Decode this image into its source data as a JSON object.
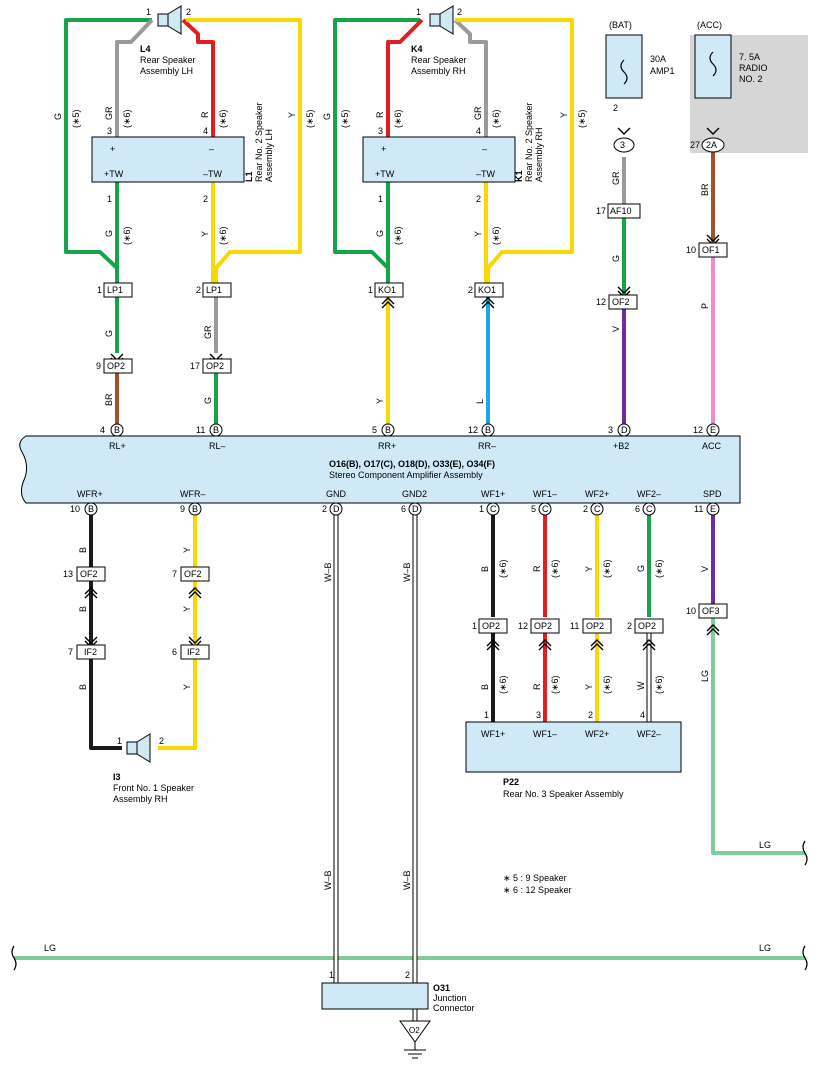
{
  "components": {
    "L4": {
      "code": "L4",
      "name1": "Rear Speaker",
      "name2": "Assembly LH"
    },
    "K4": {
      "code": "K4",
      "name1": "Rear Speaker",
      "name2": "Assembly RH"
    },
    "L1": {
      "code": "L1",
      "name1": "Rear No. 2 Speaker",
      "name2": "Assembly LH"
    },
    "K1": {
      "code": "K1",
      "name1": "Rear No. 2 Speaker",
      "name2": "Assembly RH"
    },
    "I3": {
      "code": "I3",
      "name1": "Front No. 1 Speaker",
      "name2": "Assembly RH"
    },
    "P22": {
      "code": "P22",
      "name": "Rear No. 3 Speaker Assembly"
    },
    "O31": {
      "code": "O31",
      "name1": "Junction",
      "name2": "Connector"
    },
    "amp": {
      "codes": "O16(B), O17(C), O18(D), O33(E), O34(F)",
      "name": "Stereo Component Amplifier Assembly"
    }
  },
  "fuses": {
    "bat": {
      "source": "(BAT)",
      "rating": "30A",
      "name": "AMP1",
      "pin": "2"
    },
    "acc": {
      "source": "(ACC)",
      "rating": "7. 5A",
      "name1": "RADIO",
      "name2": "NO. 2"
    }
  },
  "connectors": {
    "LP1": "LP1",
    "KO1": "KO1",
    "OP2": "OP2",
    "OF2": "OF2",
    "IF2": "IF2",
    "AF10": "AF10",
    "OF1": "OF1",
    "OF3": "OF3",
    "2A": "2A",
    "c3": "3"
  },
  "amp_pins_top": [
    {
      "pin": "4",
      "conn": "B",
      "label": "RL+"
    },
    {
      "pin": "11",
      "conn": "B",
      "label": "RL–"
    },
    {
      "pin": "5",
      "conn": "B",
      "label": "RR+"
    },
    {
      "pin": "12",
      "conn": "B",
      "label": "RR–"
    },
    {
      "pin": "3",
      "conn": "D",
      "label": "+B2"
    },
    {
      "pin": "12",
      "conn": "E",
      "label": "ACC"
    }
  ],
  "amp_pins_bottom": [
    {
      "pin": "10",
      "conn": "B",
      "label": "WFR+"
    },
    {
      "pin": "9",
      "conn": "B",
      "label": "WFR–"
    },
    {
      "pin": "2",
      "conn": "D",
      "label": "GND"
    },
    {
      "pin": "6",
      "conn": "D",
      "label": "GND2"
    },
    {
      "pin": "1",
      "conn": "C",
      "label": "WF1+"
    },
    {
      "pin": "5",
      "conn": "C",
      "label": "WF1–"
    },
    {
      "pin": "2",
      "conn": "C",
      "label": "WF2+"
    },
    {
      "pin": "6",
      "conn": "C",
      "label": "WF2–"
    },
    {
      "pin": "11",
      "conn": "E",
      "label": "SPD"
    }
  ],
  "speaker_terms": {
    "plus": "+",
    "minus": "–",
    "tw_plus": "+TW",
    "tw_minus": "–TW"
  },
  "p22_terms": [
    "WF1+",
    "WF1–",
    "WF2+",
    "WF2–"
  ],
  "wire_colors": {
    "G": "G",
    "GR": "GR",
    "R": "R",
    "Y": "Y",
    "BR": "BR",
    "L": "L",
    "V": "V",
    "P": "P",
    "B": "B",
    "W": "W",
    "WB": "W–B",
    "LG": "LG"
  },
  "marks": {
    "s5": "(∗5)",
    "s6": "(∗6)"
  },
  "notes": [
    "∗ 5 : 9 Speaker",
    "∗ 6 : 12 Speaker"
  ],
  "ground": {
    "label": "O2"
  },
  "colors": {
    "green": "#16a34a",
    "yellow": "#f7d800",
    "red": "#e21d24",
    "gray": "#9a9a9a",
    "brown": "#a0522d",
    "blue": "#1ea7e8",
    "purple": "#6b2fa0",
    "pink": "#f08cc8",
    "black": "#1a1a1a",
    "lightgreen": "#80cc9a",
    "component": "#cfe9f6",
    "accgray": "#d6d6d6"
  }
}
